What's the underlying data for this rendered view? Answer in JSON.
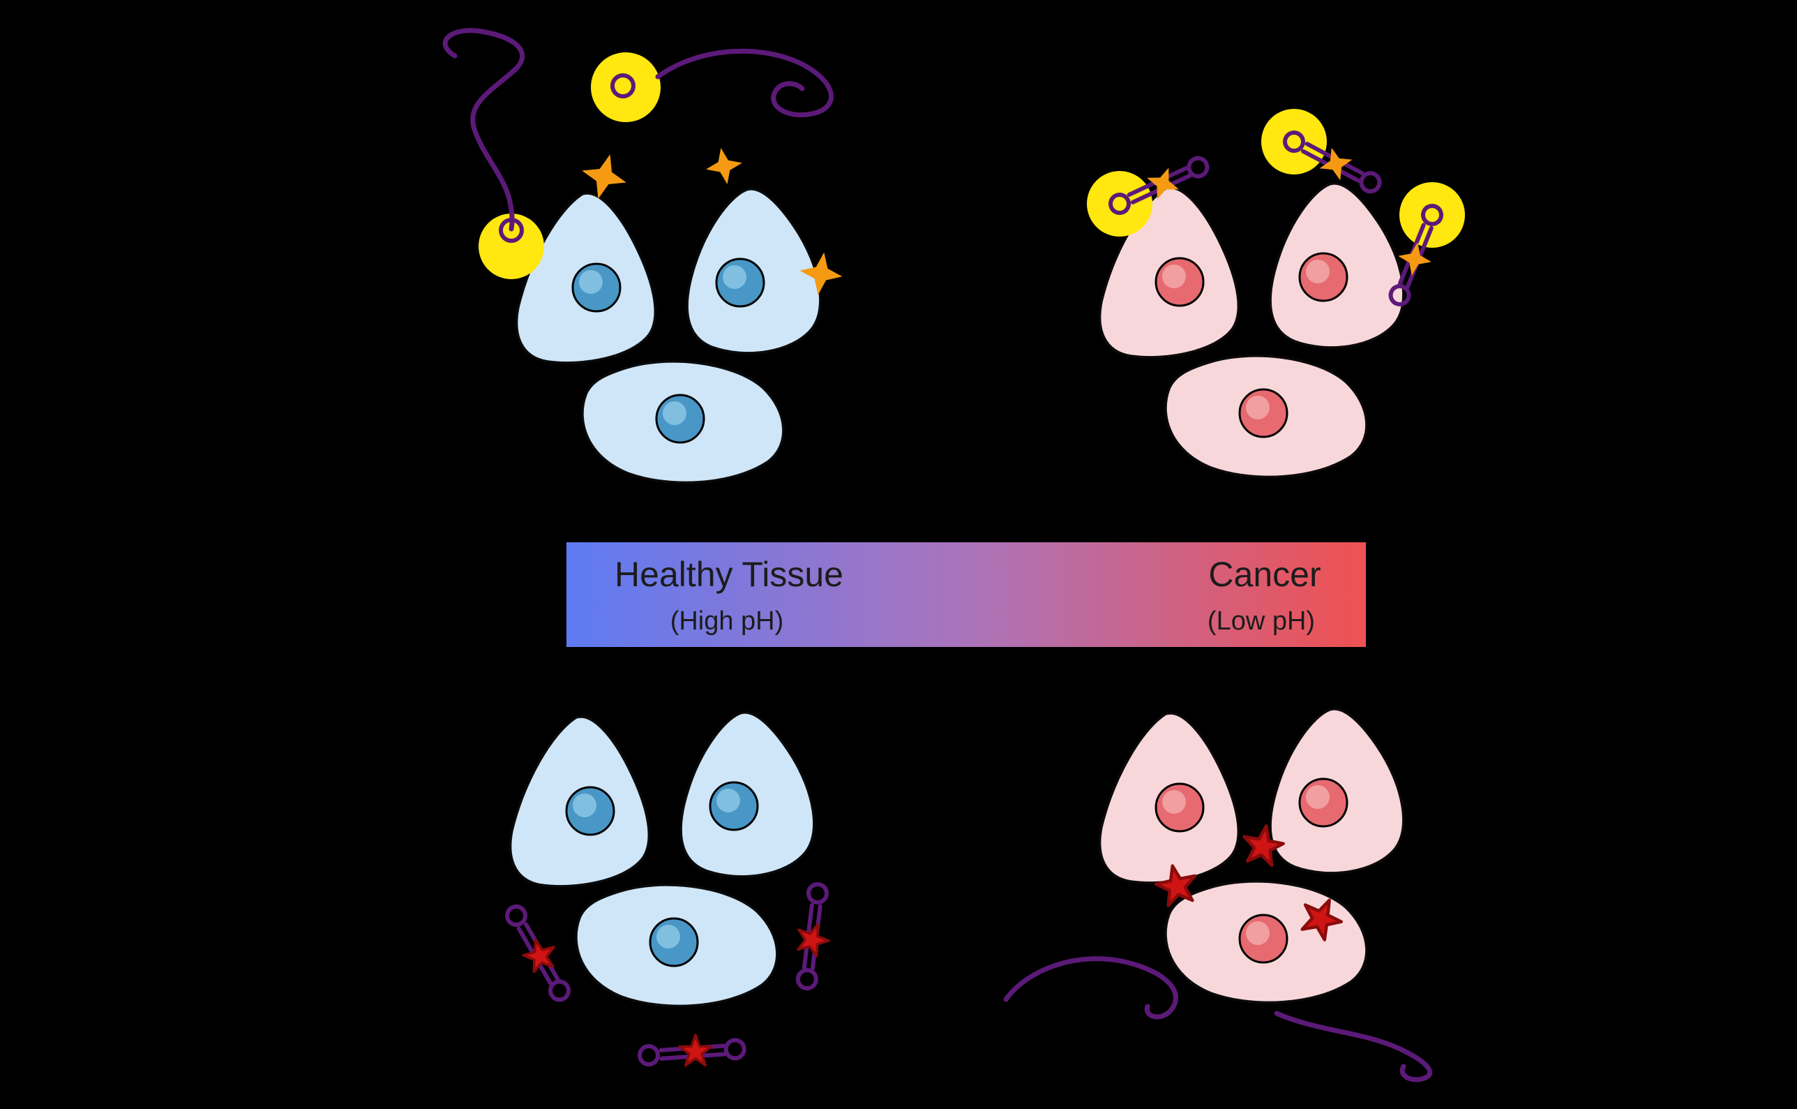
{
  "gradient_bar": {
    "left_title": "Healthy Tissue",
    "left_subtitle": "(High pH)",
    "right_title": "Cancer",
    "right_subtitle": "(Low pH)"
  },
  "colors": {
    "background": "#000000",
    "healthy_cell_fill": "#cfe6f8",
    "healthy_nucleus": "#4897c6",
    "healthy_nucleus_hi": "#8cc6e4",
    "cancer_cell_fill": "#f8d7da",
    "cancer_nucleus": "#e66a70",
    "cancer_nucleus_hi": "#f2a8a8",
    "probe_polymer": "#5c1a78",
    "probe_dye": "#ffe70f",
    "star_orange": "#f59a12",
    "star_red": "#cf1414",
    "star_red_stroke": "#8a0b0b",
    "gradient_start": "#5e7bf3",
    "gradient_mid": "#ab74bb",
    "gradient_end": "#ef5151",
    "label_text": "#1c1c1c"
  }
}
